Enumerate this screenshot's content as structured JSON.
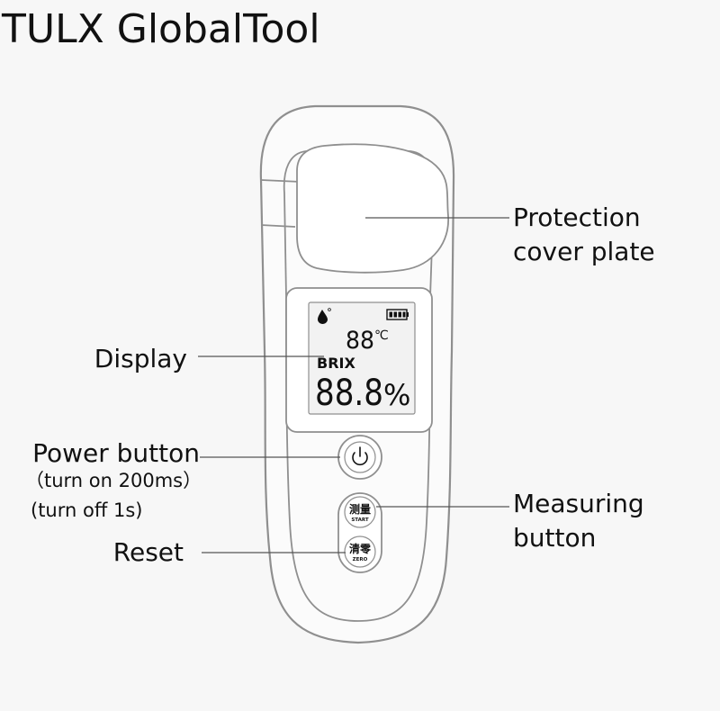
{
  "brand": {
    "name": "TULX GlobalTool"
  },
  "callouts": {
    "protection_line1": "Protection",
    "protection_line2": "cover plate",
    "display": "Display",
    "power": "Power button",
    "power_on": "（turn on 200ms）",
    "power_off": "(turn off 1s)",
    "measuring_line1": "Measuring",
    "measuring_line2": "button",
    "reset": "Reset"
  },
  "lcd": {
    "temperature": "88",
    "temperature_unit": "℃",
    "mode": "BRIX",
    "reading": "88.8",
    "reading_unit": "%"
  },
  "buttons": {
    "start_cn": "测量",
    "start_en": "START",
    "zero_cn": "清零",
    "zero_en": "ZERO"
  },
  "colors": {
    "outline": "#8f8f8f",
    "leader": "#555555",
    "background": "#f7f7f7",
    "device_body": "#fbfbfb",
    "lcd_bg": "#f2f2f2"
  }
}
